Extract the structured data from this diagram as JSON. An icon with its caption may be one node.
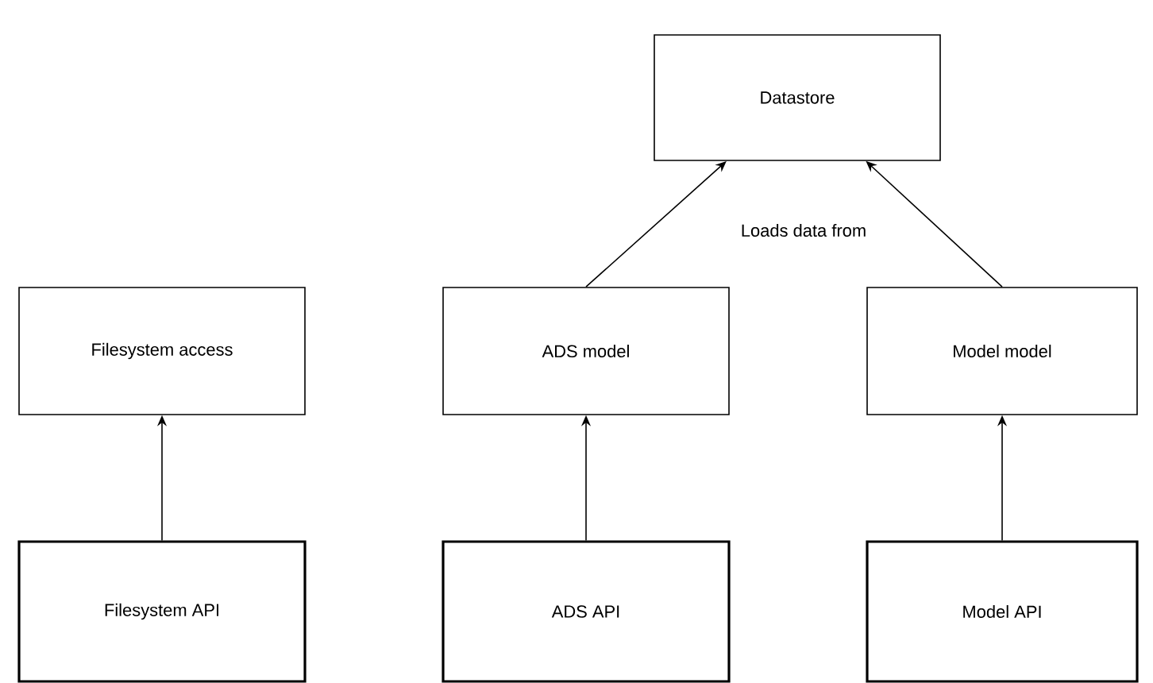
{
  "diagram": {
    "nodes": [
      {
        "text": [
          "Datastore"
        ]
      },
      {
        "text": [
          "Filesystem access"
        ]
      },
      {
        "text": [
          "ADS model"
        ]
      },
      {
        "text": [
          "Model model"
        ]
      },
      {
        "text": [
          "Filesystem API"
        ]
      },
      {
        "text": [
          "ADS API"
        ]
      },
      {
        "text": [
          "Model API"
        ]
      }
    ],
    "edges": [
      {
        "from": 2,
        "to": 0,
        "arrow": "to"
      },
      {
        "from": 3,
        "to": 0,
        "arrow": "to"
      },
      {
        "from": 4,
        "to": 1,
        "arrow": "to"
      },
      {
        "from": 5,
        "to": 2,
        "arrow": "to"
      },
      {
        "from": 6,
        "to": 3,
        "arrow": "to"
      }
    ],
    "labels": [
      "Loads data from"
    ]
  }
}
